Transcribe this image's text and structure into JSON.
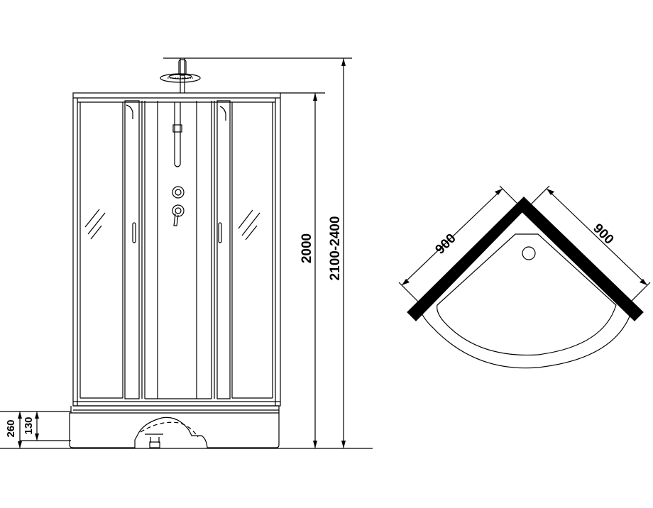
{
  "front_view": {
    "height_dim": "2000",
    "total_height_dim": "2100-2400",
    "tray_height_dim": "260",
    "tray_inner_dim": "130"
  },
  "top_view": {
    "left_side_dim": "900",
    "right_side_dim": "900"
  },
  "colors": {
    "line": "#000000",
    "frame_fill": "#000000",
    "background": "#ffffff"
  }
}
